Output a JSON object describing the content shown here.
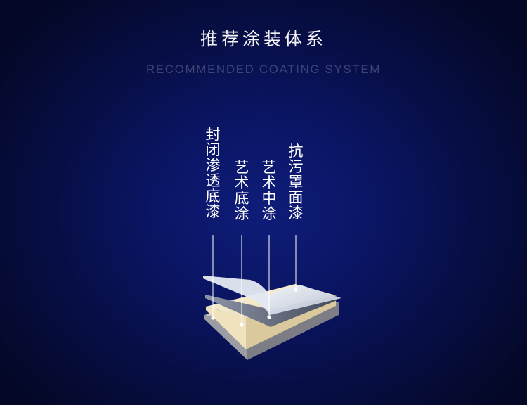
{
  "heading": {
    "title": "推荐涂装体系",
    "subtitle": "RECOMMENDED COATING SYSTEM"
  },
  "layers": [
    {
      "label": "封闭渗透底漆"
    },
    {
      "label": "艺术底涂"
    },
    {
      "label": "艺术中涂"
    },
    {
      "label": "抗污罩面漆"
    }
  ],
  "colors": {
    "background": "#070e45",
    "title": "#f4f4f8",
    "subtitle": "#3c4474",
    "top_layer": "#d9e0ec",
    "mid_layer": "#5d6678",
    "base_layer": "#f2e8cc",
    "substrate": "#c8c8cc"
  }
}
